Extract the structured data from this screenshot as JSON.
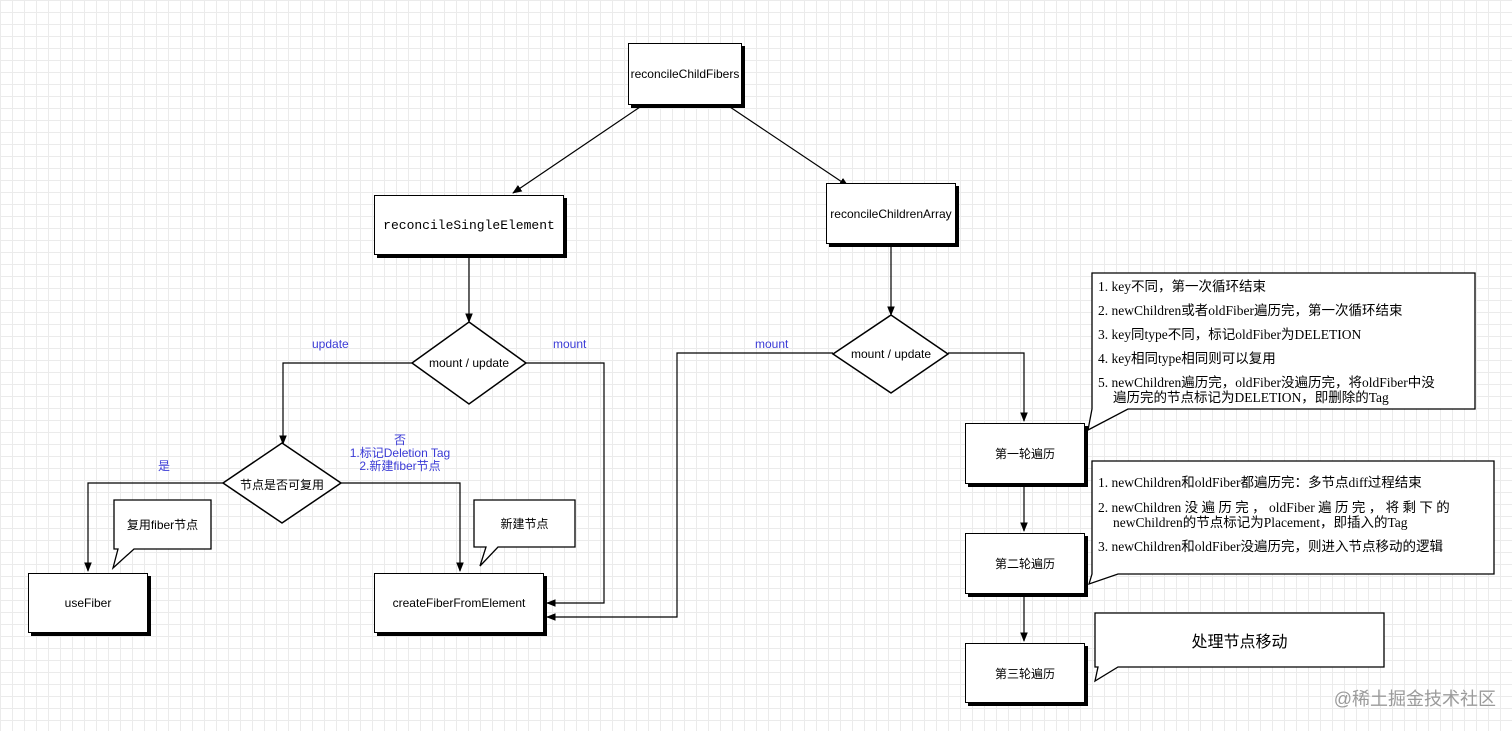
{
  "nodes": {
    "root": "reconcileChildFibers",
    "single": "reconcileSingleElement",
    "array": "reconcileChildrenArray",
    "decision_left": "mount / update",
    "decision_right": "mount / update",
    "reuse_decision": "节点是否可复用",
    "use_fiber": "useFiber",
    "create_fiber": "createFiberFromElement",
    "round1": "第一轮遍历",
    "round2": "第二轮遍历",
    "round3": "第三轮遍历"
  },
  "edge_labels": {
    "left_update": "update",
    "left_mount": "mount",
    "right_mount": "mount",
    "yes": "是",
    "no_title": "否",
    "no_line1": "1.标记Deletion Tag",
    "no_line2": "2.新建fiber节点"
  },
  "callouts": {
    "reuse_fiber": "复用fiber节点",
    "new_node": "新建节点",
    "handle_move": "处理节点移动"
  },
  "notes": {
    "round1_lines": [
      "1. key不同，第一次循环结束",
      "2. newChildren或者oldFiber遍历完，第一次循环结束",
      "3. key同type不同，标记oldFiber为DELETION",
      "4. key相同type相同则可以复用",
      "5. newChildren遍历完，oldFiber没遍历完，将oldFiber中没",
      "遍历完的节点标记为DELETION，即删除的Tag"
    ],
    "round2_lines": [
      "1. newChildren和oldFiber都遍历完：多节点diff过程结束",
      "2. newChildren 没 遍 历 完 ， oldFiber 遍 历 完 ， 将 剩 下 的",
      "newChildren的节点标记为Placement，即插入的Tag",
      "3. newChildren和oldFiber没遍历完，则进入节点移动的逻辑"
    ]
  },
  "watermark": "@稀土掘金技术社区"
}
